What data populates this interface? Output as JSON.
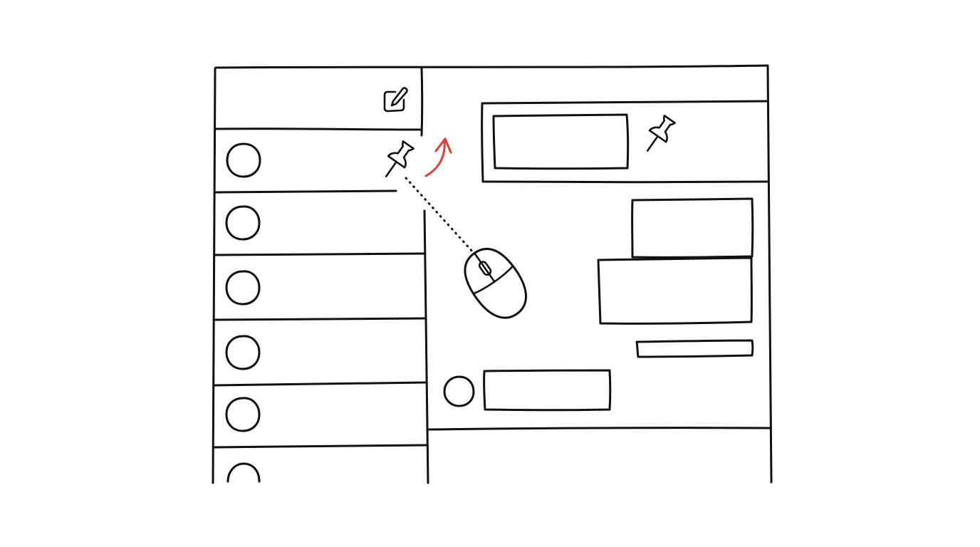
{
  "diagram": {
    "kind": "hand-drawn wireframe",
    "description_text": "",
    "colors": {
      "ink": "#111111",
      "accent": "#d9463e",
      "background": "#ffffff"
    },
    "sidebar": {
      "header_icon": "compose-icon",
      "item_count": 6,
      "items": [
        {
          "avatar": "avatar-circle",
          "pinned": true
        },
        {
          "avatar": "avatar-circle",
          "pinned": false
        },
        {
          "avatar": "avatar-circle",
          "pinned": false
        },
        {
          "avatar": "avatar-circle",
          "pinned": false
        },
        {
          "avatar": "avatar-circle",
          "pinned": false
        },
        {
          "avatar": "avatar-circle",
          "pinned": false
        }
      ]
    },
    "main": {
      "pinned_banner": {
        "icon": "pushpin-icon"
      },
      "messages": [
        {
          "side": "right",
          "kind": "bubble"
        },
        {
          "side": "right",
          "kind": "bubble"
        },
        {
          "side": "right",
          "kind": "timestamp-bar"
        },
        {
          "side": "left",
          "kind": "bubble",
          "avatar": "avatar-circle"
        }
      ]
    },
    "gesture": {
      "device_icon": "mouse-icon",
      "drag_path": "dotted",
      "move_arrow": "curved-up-arrow",
      "dragged_icon": "pushpin-icon"
    }
  }
}
